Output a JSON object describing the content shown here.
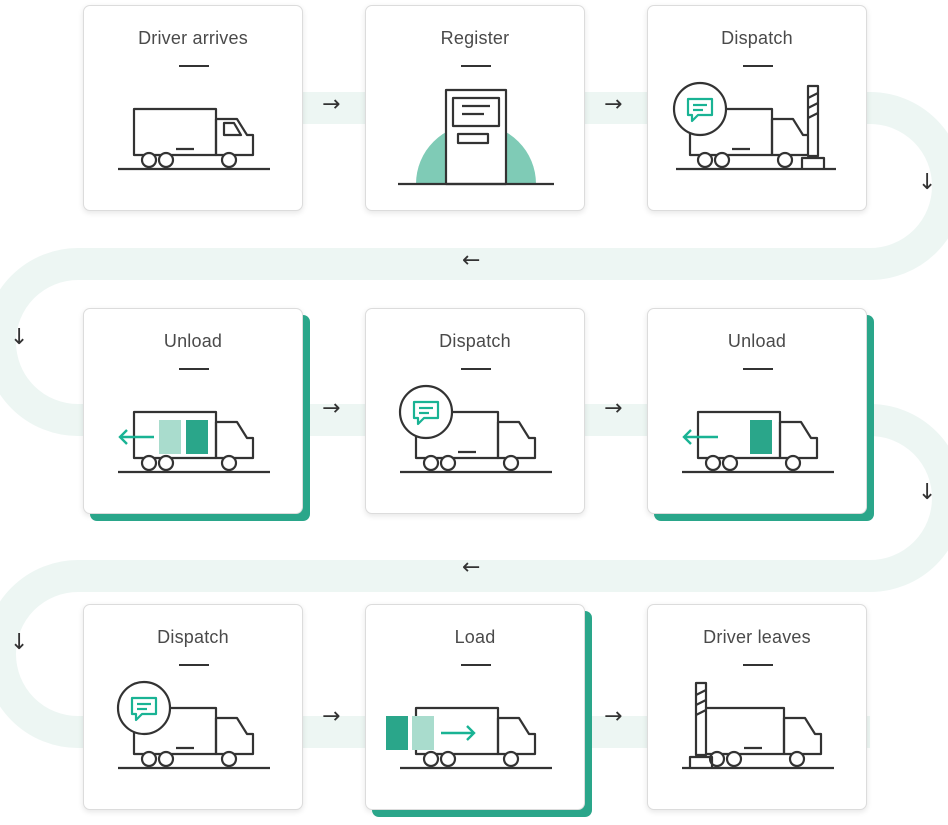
{
  "steps": [
    {
      "id": "driver-arrives",
      "title": "Driver arrives",
      "illustration": "truck-icon"
    },
    {
      "id": "register",
      "title": "Register",
      "illustration": "kiosk-icon"
    },
    {
      "id": "dispatch-1",
      "title": "Dispatch",
      "illustration": "truck-barrier-message-icon"
    },
    {
      "id": "unload-1",
      "title": "Unload",
      "illustration": "truck-unload-two-icon",
      "highlighted": true
    },
    {
      "id": "dispatch-2",
      "title": "Dispatch",
      "illustration": "truck-message-icon"
    },
    {
      "id": "unload-2",
      "title": "Unload",
      "illustration": "truck-unload-one-icon",
      "highlighted": true
    },
    {
      "id": "dispatch-3",
      "title": "Dispatch",
      "illustration": "truck-message-icon"
    },
    {
      "id": "load",
      "title": "Load",
      "illustration": "truck-load-icon",
      "highlighted": true
    },
    {
      "id": "driver-leaves",
      "title": "Driver leaves",
      "illustration": "truck-barrier-icon"
    }
  ],
  "arrows": {
    "right": "→",
    "left": "←",
    "down": "↓"
  },
  "colors": {
    "accent": "#2aa68a",
    "accent_light": "#a9dccd",
    "kiosk_dome": "#7fcbb6",
    "path": "#edf6f3",
    "line": "#333333",
    "icon_green": "#19b394"
  }
}
